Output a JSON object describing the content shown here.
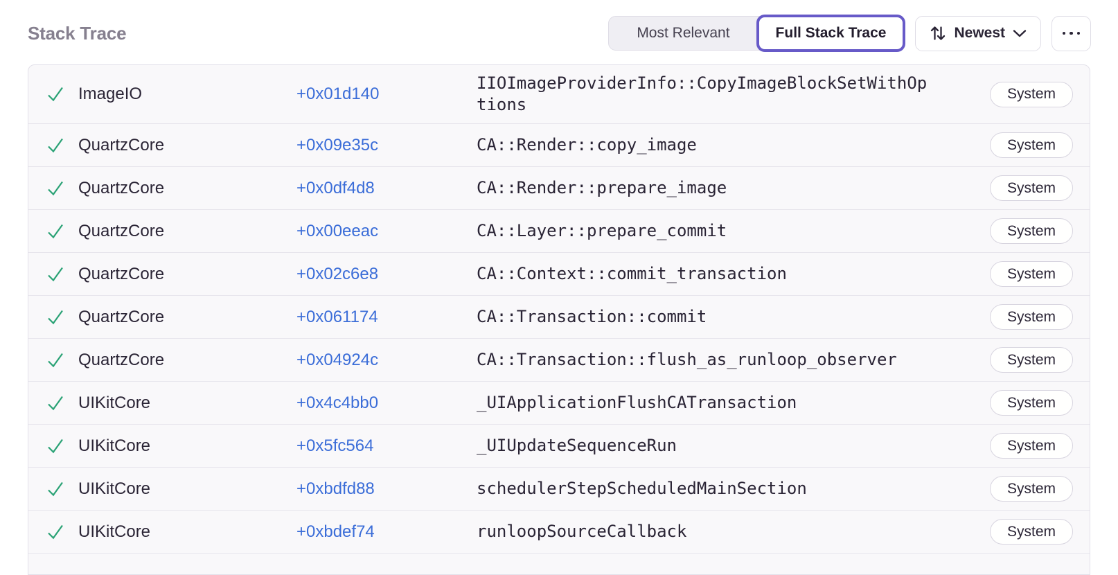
{
  "header": {
    "title": "Stack Trace",
    "view_toggle": {
      "options": [
        {
          "label": "Most Relevant",
          "selected": false
        },
        {
          "label": "Full Stack Trace",
          "selected": true
        }
      ]
    },
    "sort_button": {
      "label": "Newest"
    },
    "icons": {
      "sort_icon": "up-down-arrows",
      "chevron_down_icon": "chevron-down",
      "more_icon": "ellipsis",
      "frame_ok_icon": "checkmark"
    }
  },
  "stack_trace": {
    "frames": [
      {
        "status": "ok",
        "module": "ImageIO",
        "offset": "+0x01d140",
        "function": "IIOImageProviderInfo::CopyImageBlockSetWithOptions",
        "tag": "System"
      },
      {
        "status": "ok",
        "module": "QuartzCore",
        "offset": "+0x09e35c",
        "function": "CA::Render::copy_image",
        "tag": "System"
      },
      {
        "status": "ok",
        "module": "QuartzCore",
        "offset": "+0x0df4d8",
        "function": "CA::Render::prepare_image",
        "tag": "System"
      },
      {
        "status": "ok",
        "module": "QuartzCore",
        "offset": "+0x00eeac",
        "function": "CA::Layer::prepare_commit",
        "tag": "System"
      },
      {
        "status": "ok",
        "module": "QuartzCore",
        "offset": "+0x02c6e8",
        "function": "CA::Context::commit_transaction",
        "tag": "System"
      },
      {
        "status": "ok",
        "module": "QuartzCore",
        "offset": "+0x061174",
        "function": "CA::Transaction::commit",
        "tag": "System"
      },
      {
        "status": "ok",
        "module": "QuartzCore",
        "offset": "+0x04924c",
        "function": "CA::Transaction::flush_as_runloop_observer",
        "tag": "System"
      },
      {
        "status": "ok",
        "module": "UIKitCore",
        "offset": "+0x4c4bb0",
        "function": "_UIApplicationFlushCATransaction",
        "tag": "System"
      },
      {
        "status": "ok",
        "module": "UIKitCore",
        "offset": "+0x5fc564",
        "function": "_UIUpdateSequenceRun",
        "tag": "System"
      },
      {
        "status": "ok",
        "module": "UIKitCore",
        "offset": "+0xbdfd88",
        "function": "schedulerStepScheduledMainSection",
        "tag": "System"
      },
      {
        "status": "ok",
        "module": "UIKitCore",
        "offset": "+0xbdef74",
        "function": "runloopSourceCallback",
        "tag": "System"
      }
    ]
  },
  "colors": {
    "accent_purple": "#675ac8",
    "link_blue": "#3b6dd8",
    "success_green": "#2aa275",
    "title_gray": "#86808f",
    "row_background": "#f9f8fa"
  }
}
